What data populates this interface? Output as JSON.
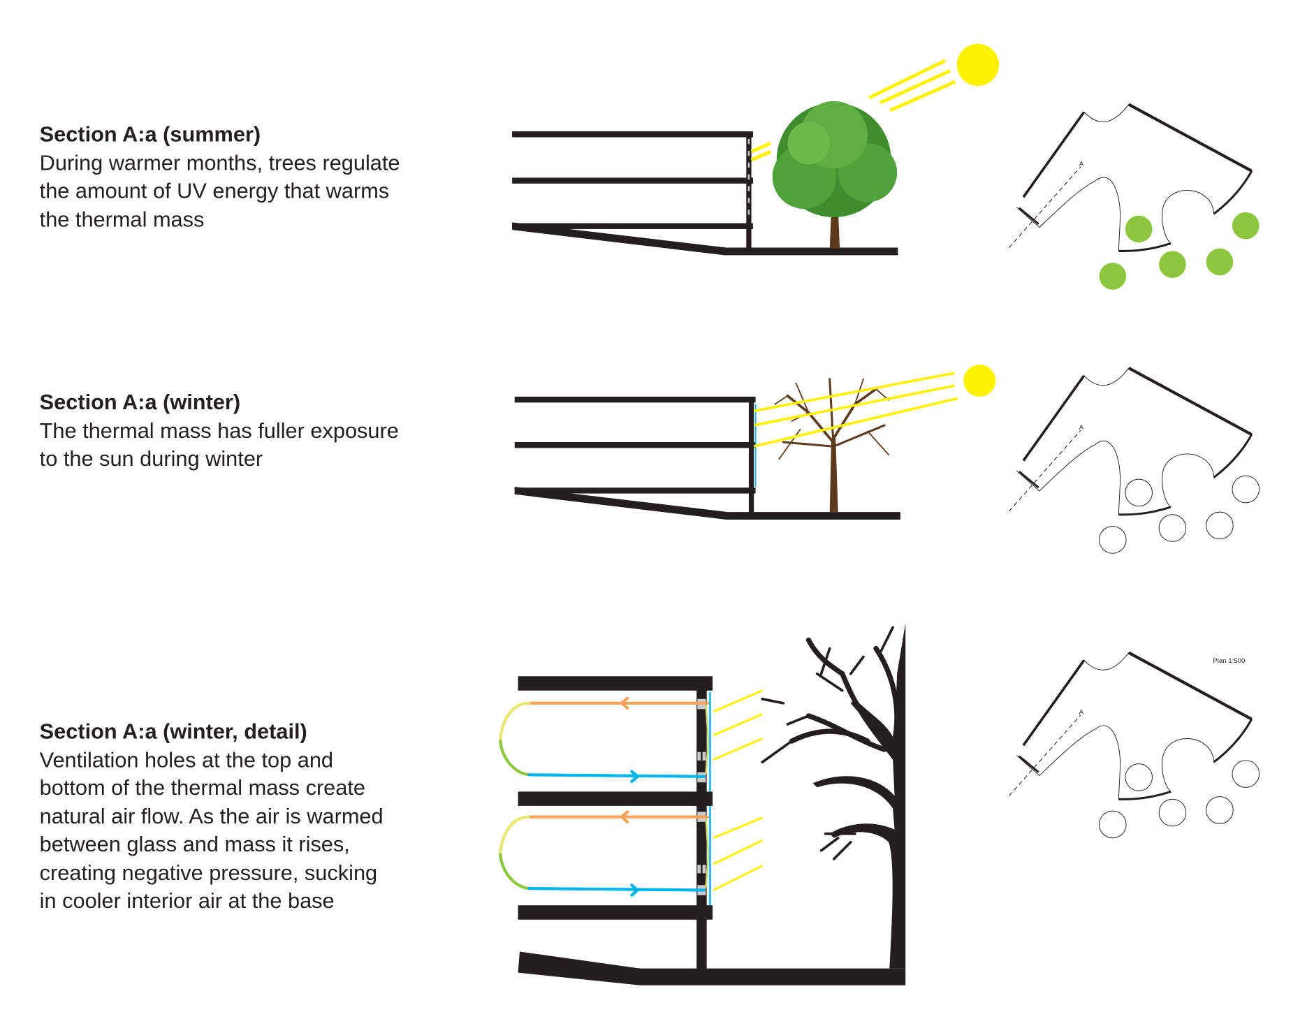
{
  "sections": [
    {
      "title": "Section A:a (summer)",
      "lines": [
        "During warmer months, trees regulate",
        "the amount of UV energy that warms",
        "the thermal mass"
      ]
    },
    {
      "title": "Section A:a (winter)",
      "lines": [
        "The thermal mass has fuller exposure",
        "to the sun during winter"
      ]
    },
    {
      "title": "Section A:a (winter, detail)",
      "lines": [
        "Ventilation holes at the top and",
        "bottom of the thermal mass create",
        "natural air flow. As the air is warmed",
        "between glass and mass it rises,",
        "creating negative pressure, sucking",
        "in cooler interior air at the base"
      ]
    }
  ],
  "plan": {
    "section_marker": "A",
    "scale_label": "Plan 1:500"
  },
  "colors": {
    "structure": "#231f20",
    "sun": "#fff200",
    "tree_plan": "#8dc63f",
    "warm_air": "#f7a35c",
    "cool_air": "#00b4ec",
    "glass": "#00aeef",
    "trunk": "#5b3a1e"
  }
}
